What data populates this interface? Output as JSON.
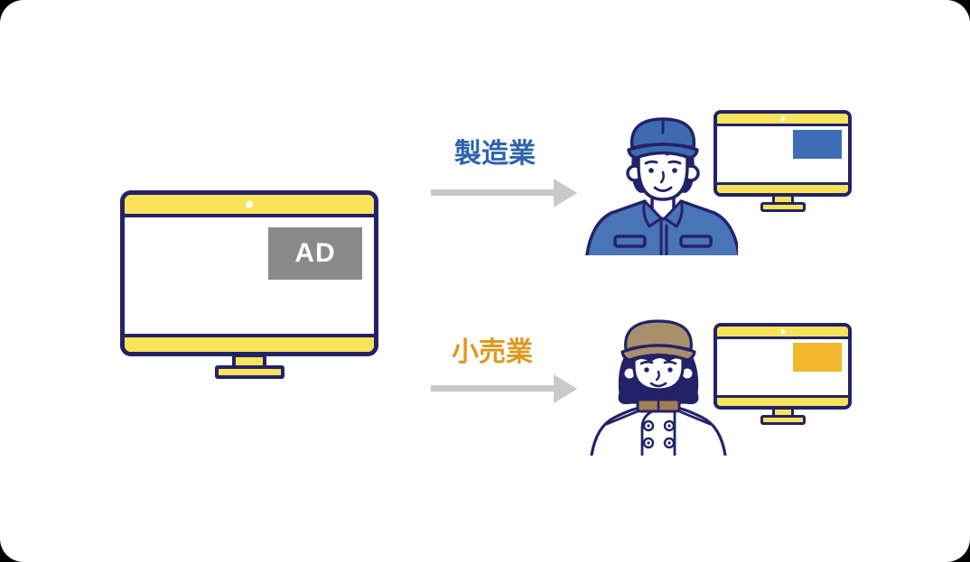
{
  "scene": {
    "background_color": "#000000",
    "card_color": "#ffffff"
  },
  "source_monitor": {
    "ad_label": "AD",
    "ad_style": "background-color:#8a8a8a;color:#ffffff"
  },
  "flows": [
    {
      "label": "製造業",
      "label_style": "color:#2e63ad",
      "persona": "factory-worker",
      "ad_color": "#3d6db5",
      "ad_style": "background-color:#3d6db5"
    },
    {
      "label": "小売業",
      "label_style": "color:#df991f",
      "persona": "retail-worker",
      "ad_color": "#f2b72b",
      "ad_style": "background-color:#f2b72b"
    }
  ],
  "colors": {
    "outline_navy": "#232268",
    "monitor_bezel_yellow": "#f8e35b",
    "arrow_gray": "#c9c9c9",
    "source_ad_gray": "#8a8a8a",
    "worker_uniform_blue": "#4a74b8",
    "worker_cap_blue": "#3e6bb0",
    "retail_cap_tan": "#a8906c",
    "retail_collar_brown": "#a17f52",
    "label_manufacturing_blue": "#2e63ad",
    "label_retail_orange": "#df991f"
  }
}
